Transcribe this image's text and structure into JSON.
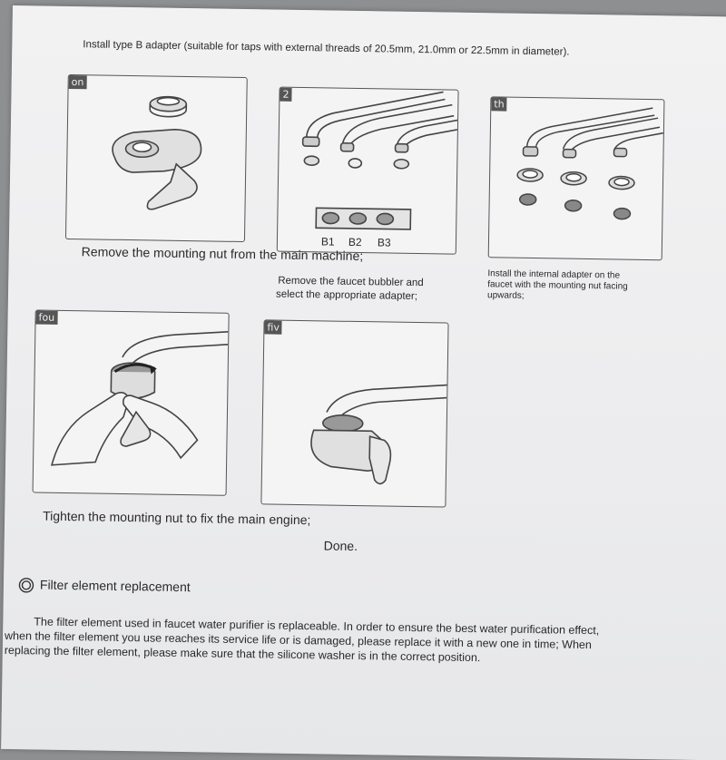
{
  "document": {
    "header": "Install type B adapter (suitable for taps with external threads of 20.5mm, 21.0mm or 22.5mm in diameter).",
    "steps": [
      {
        "tag": "on",
        "captions": [
          "Remove the mounting nut from the main machine;"
        ]
      },
      {
        "tag": "2",
        "labels": [
          "B1",
          "B2",
          "B3"
        ],
        "captions": [
          "Remove the faucet bubbler and",
          "select the appropriate adapter;"
        ]
      },
      {
        "tag": "th",
        "captions": [
          "Install the internal adapter on the",
          "faucet with the mounting nut facing",
          "upwards;"
        ]
      },
      {
        "tag": "fou",
        "captions": [
          "Tighten the mounting nut to fix the main engine;"
        ]
      },
      {
        "tag": "fiv",
        "captions": [
          "Done."
        ]
      }
    ],
    "section": {
      "icon": "double-circle-icon",
      "title": "Filter element replacement",
      "lines": [
        "The filter element used in faucet water purifier is replaceable. In order to ensure the best water purification effect,",
        "when the filter element you use reaches its service life or is damaged, please replace it with a new one in time; When",
        "replacing the filter element, please make sure that the silicone washer is in the correct position."
      ]
    }
  }
}
